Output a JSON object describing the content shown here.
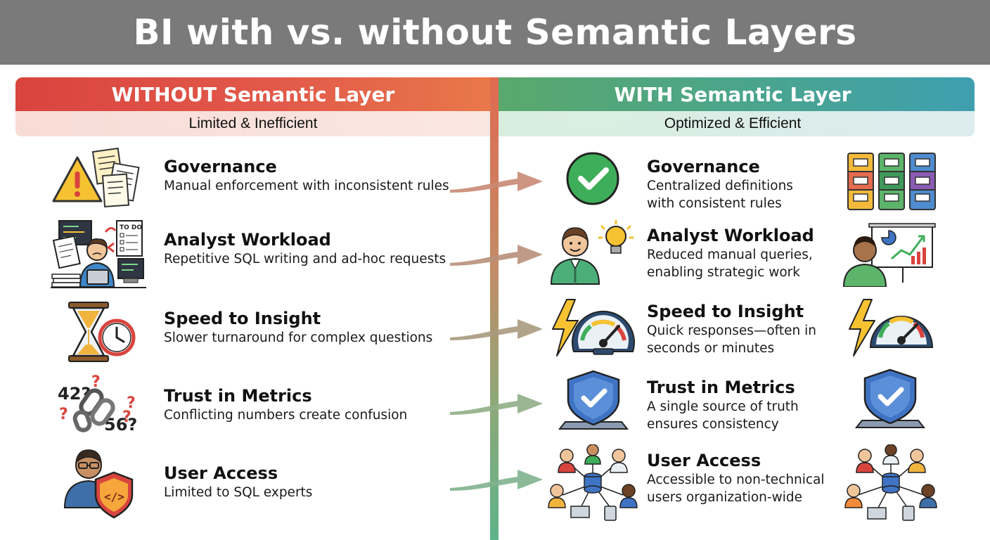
{
  "title": "BI with vs. without Semantic Layers",
  "left": {
    "header": "WITHOUT Semantic Layer",
    "subheader": "Limited & Inefficient",
    "rows": [
      {
        "title": "Governance",
        "desc": "Manual enforcement with inconsistent rules",
        "icon": "warning-documents-icon"
      },
      {
        "title": "Analyst Workload",
        "desc": "Repetitive SQL writing and ad-hoc requests",
        "icon": "overwhelmed-analyst-icon",
        "todo_label": "TO DO"
      },
      {
        "title": "Speed to Insight",
        "desc": "Slower turnaround for complex questions",
        "icon": "hourglass-clock-icon"
      },
      {
        "title": "Trust in Metrics",
        "desc": "Conflicting numbers create confusion",
        "icon": "broken-chain-icon",
        "numbers": [
          "42?",
          "56?"
        ]
      },
      {
        "title": "User Access",
        "desc": "Limited to SQL experts",
        "icon": "developer-shield-icon"
      }
    ]
  },
  "right": {
    "header": "WITH Semantic Layer",
    "subheader": "Optimized & Efficient",
    "rows": [
      {
        "title": "Governance",
        "desc_line1": "Centralized definitions",
        "desc_line2": "with consistent rules",
        "icon": "check-circle-icon",
        "icon2": "organized-folders-icon"
      },
      {
        "title": "Analyst Workload",
        "desc_line1": "Reduced manual queries,",
        "desc_line2": "enabling strategic work",
        "icon": "analyst-lightbulb-icon",
        "icon2": "analyst-presentation-icon"
      },
      {
        "title": "Speed to Insight",
        "desc_line1": "Quick responses—often in",
        "desc_line2": "seconds or minutes",
        "icon": "speedometer-bolt-icon",
        "icon2": "speedometer-bolt-icon"
      },
      {
        "title": "Trust in Metrics",
        "desc_line1": "A single source of truth",
        "desc_line2": "ensures consistency",
        "icon": "shield-check-icon",
        "icon2": "shield-check-icon"
      },
      {
        "title": "User Access",
        "desc_line1": "Accessible to non-technical",
        "desc_line2": "users organization-wide",
        "icon": "team-database-icon",
        "icon2": "team-database-icon"
      }
    ]
  },
  "colors": {
    "title_bar": "#7a7a7a",
    "without_accent": "#d9443e",
    "with_accent": "#5aa86b",
    "check_green": "#3fae5a",
    "shield_blue": "#3f73c4"
  }
}
